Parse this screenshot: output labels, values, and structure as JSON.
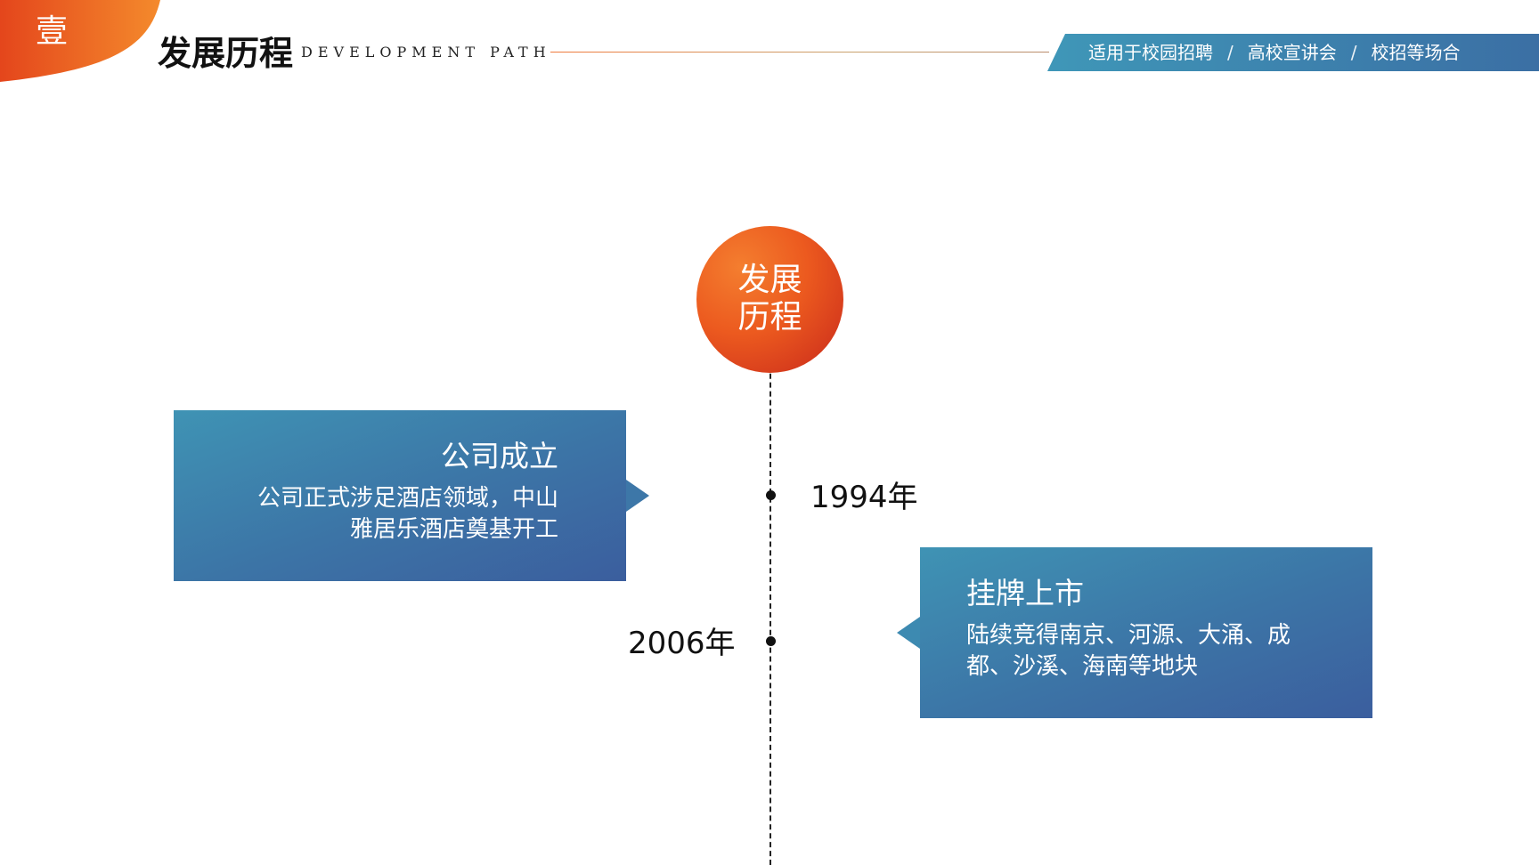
{
  "header": {
    "badge_number": "壹",
    "title": "发展历程",
    "subtitle": "DEVELOPMENT PATH",
    "banner": {
      "items": [
        "适用于校园招聘",
        "高校宣讲会",
        "校招等场合"
      ],
      "separator": "/"
    }
  },
  "center": {
    "line1": "发展",
    "line2": "历程"
  },
  "timeline": [
    {
      "year": "1994年",
      "title": "公司成立",
      "desc_line1": "公司正式涉足酒店领域，中山",
      "desc_line2": "雅居乐酒店奠基开工"
    },
    {
      "year": "2006年",
      "title": "挂牌上市",
      "desc_line1": "陆续竞得南京、河源、大涌、成",
      "desc_line2": "都、沙溪、海南等地块"
    }
  ],
  "colors": {
    "accent_orange": "#f07a2c",
    "accent_red": "#c8281b",
    "card_blue": "#3c74a6",
    "banner_teal": "#3f8fb6"
  }
}
